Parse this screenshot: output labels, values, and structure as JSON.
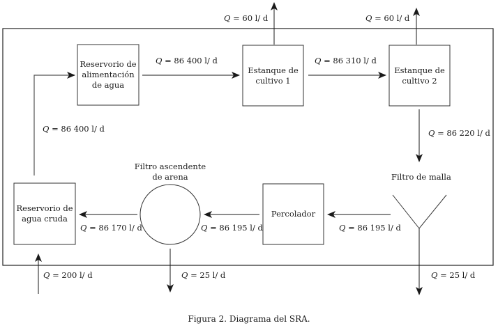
{
  "caption": "Figura 2. Diagrama del SRA.",
  "nodes": {
    "reservorio_alimentacion": "Reservorio de alimentación de agua",
    "estanque_1": "Estanque de cultivo 1",
    "estanque_2": "Estanque de cultivo 2",
    "filtro_malla": "Filtro de malla",
    "percolador": "Percolador",
    "filtro_arena": "Filtro ascendente de arena",
    "reservorio_cruda": "Reservorio de agua cruda"
  },
  "node_lines": {
    "reservorio_alimentacion": [
      "Reservorio de",
      "alimentación",
      "de agua"
    ],
    "estanque_1": [
      "Estanque de",
      "cultivo 1"
    ],
    "estanque_2": [
      "Estanque de",
      "cultivo 2"
    ],
    "percolador": [
      "Percolador"
    ],
    "filtro_arena": [
      "Filtro ascendente",
      "de arena"
    ],
    "reservorio_cruda": [
      "Reservorio de",
      "agua cruda"
    ],
    "filtro_malla": [
      "Filtro de malla"
    ]
  },
  "flows": {
    "q_symbol": "Q",
    "alim_to_e1": "= 86 400 l/ d",
    "e1_out": "= 60 l/ d",
    "e1_to_e2": "= 86 310 l/ d",
    "e2_out": "= 60 l/ d",
    "e2_to_malla": "= 86 220 l/ d",
    "malla_to_perc": "= 86 195 l/ d",
    "perc_to_arena": "= 86 195 l/ d",
    "arena_to_cruda": "= 86 170 l/ d",
    "cruda_to_alim": "= 86 400 l/ d",
    "inflow": "= 200 l/ d",
    "arena_out": "= 25 l/ d",
    "malla_out": "= 25 l/ d"
  }
}
